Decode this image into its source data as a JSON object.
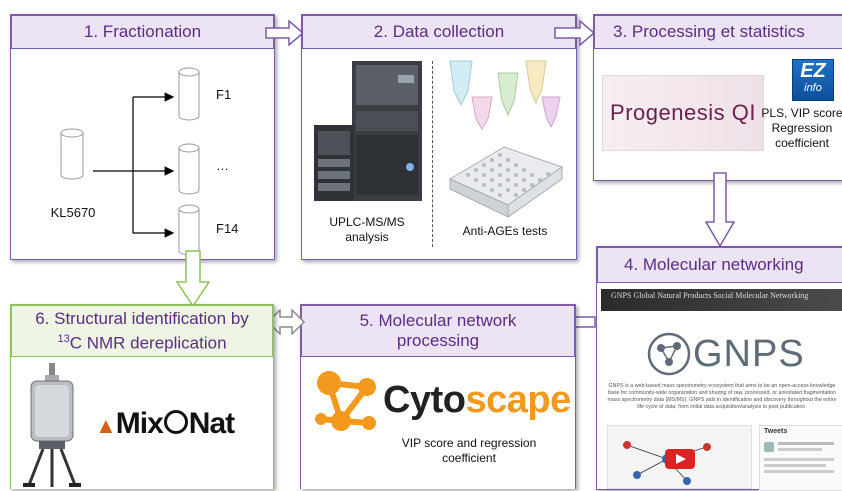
{
  "panels": {
    "fractionation": {
      "title": "1. Fractionation",
      "source_label": "KL5670",
      "fractions": [
        "F1",
        "…",
        "F14"
      ]
    },
    "data_collection": {
      "title": "2. Data collection",
      "left_caption_line1": "UPLC-MS/MS",
      "left_caption_line2": "analysis",
      "right_caption": "Anti-AGEs tests"
    },
    "processing": {
      "title": "3. Processing et statistics",
      "progenesis_logo": "Progenesis QI",
      "ez_logo_top": "EZ",
      "ez_logo_bottom": "info",
      "caption_line1": "PLS, VIP score",
      "caption_line2": "Regression",
      "caption_line3": "coefficient"
    },
    "networking": {
      "title": "4. Molecular networking",
      "gnps_logo": "GNPS",
      "banner_text": "GNPS Global Natural Products Social Molecular Networking",
      "description": "GNPS is a web-based mass spectrometry ecosystem that aims to be an open-access knowledge base for community-wide organization and sharing of raw, processed, or annotated fragmentation mass spectrometry data (MS/MS). GNPS aids in identification and discovery throughout the entire life cycle of data; from initial data acquisition/analysis to post publication.",
      "tweets_label": "Tweets"
    },
    "network_processing": {
      "title_line1": "5. Molecular network",
      "title_line2": "processing",
      "cyto_logo_bold": "Cyto",
      "cyto_logo_rest": "scape",
      "caption_line1": "VIP score and regression",
      "caption_line2": "coefficient"
    },
    "structural": {
      "title_line1": "6. Structural identification by",
      "title_sup": "13",
      "title_line2": "C NMR dereplication",
      "mixonat_logo_1": "Mix",
      "mixonat_logo_2": "Nat"
    }
  },
  "colors": {
    "purple_border": "#7f5aa8",
    "purple_fill": "#ece4f4",
    "green_border": "#8fc05a",
    "green_fill": "#eef5e4",
    "title_text": "#5b2d82",
    "cytoscape_orange": "#f39a1e"
  }
}
